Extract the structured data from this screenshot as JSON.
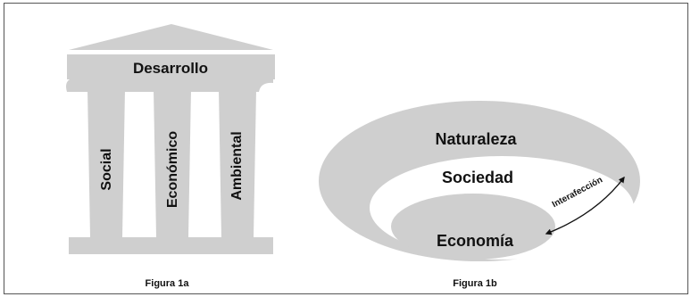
{
  "colors": {
    "background": "#ffffff",
    "frame": "#555555",
    "shape_fill": "#cfcfcf",
    "text": "#111111"
  },
  "figure_1a": {
    "caption": "Figura 1a",
    "roof_label": "Desarrollo",
    "pillars": [
      "Social",
      "Económico",
      "Ambiental"
    ]
  },
  "figure_1b": {
    "caption": "Figura 1b",
    "outer_label": "Naturaleza",
    "middle_label": "Sociedad",
    "inner_label": "Economía",
    "arrow_label": "Interafección",
    "arrow_icon": "double-headed-curved-arrow"
  }
}
